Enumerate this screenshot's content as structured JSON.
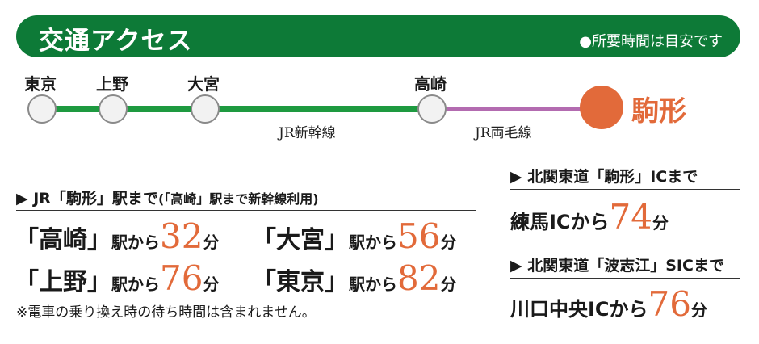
{
  "header": {
    "title": "交通アクセス",
    "note": "●所要時間は目安です"
  },
  "route": {
    "stations": [
      "東京",
      "上野",
      "大宮",
      "高崎"
    ],
    "destination": "駒形",
    "lines": [
      {
        "name": "JR新幹線",
        "color": "#1e9a40"
      },
      {
        "name": "JR両毛線",
        "color": "#b36bb0"
      }
    ],
    "destination_color": "#e26a3a"
  },
  "jr_section": {
    "heading": "▶ JR「駒形」駅まで",
    "sub": "(「高崎」駅まで新幹線利用)",
    "times": [
      {
        "station": "「高崎」",
        "suffix": "駅から",
        "minutes": "32",
        "unit": "分"
      },
      {
        "station": "「大宮」",
        "suffix": "駅から",
        "minutes": "56",
        "unit": "分"
      },
      {
        "station": "「上野」",
        "suffix": "駅から",
        "minutes": "76",
        "unit": "分"
      },
      {
        "station": "「東京」",
        "suffix": "駅から",
        "minutes": "82",
        "unit": "分"
      }
    ],
    "note": "※電車の乗り換え時の待ち時間は含まれません。"
  },
  "road1": {
    "heading": "▶ 北関東道「駒形」ICまで",
    "from": "練馬ICから",
    "minutes": "74",
    "unit": "分"
  },
  "road2": {
    "heading": "▶ 北関東道「波志江」SICまで",
    "from": "川口中央ICから",
    "minutes": "76",
    "unit": "分"
  },
  "accent_color": "#e26a3a"
}
